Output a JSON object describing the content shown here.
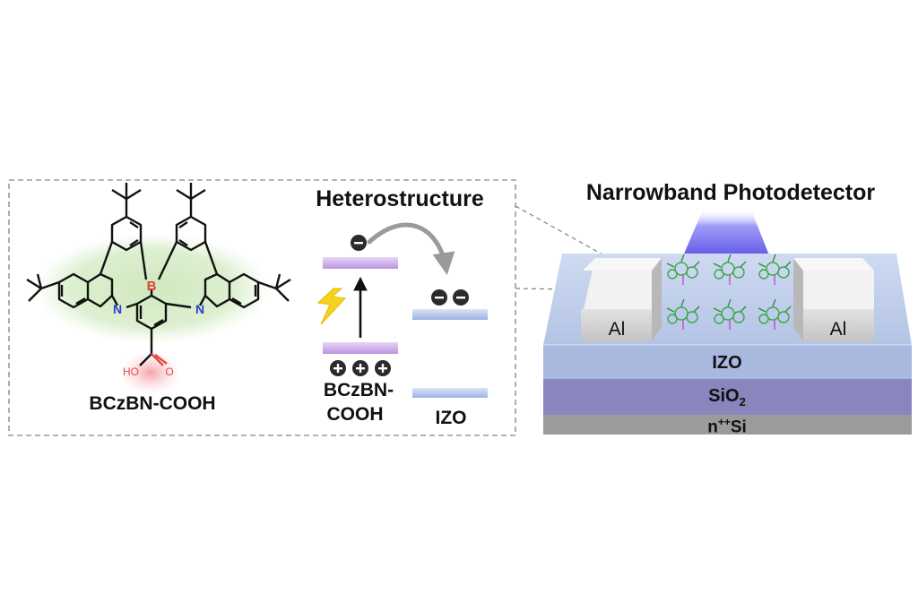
{
  "left_panel": {
    "molecule_name": "BCzBN-COOH",
    "atom_boron": "B",
    "atom_nitrogen": "N",
    "acid_group": "HO",
    "acid_oxygen": "O"
  },
  "heterostructure": {
    "title": "Heterostructure",
    "donor_label_line1": "BCzBN-",
    "donor_label_line2": "COOH",
    "acceptor_label": "IZO",
    "electron_symbol": "−",
    "hole_symbol": "+"
  },
  "device": {
    "title": "Narrowband Photodetector",
    "electrode_left": "Al",
    "electrode_right": "Al",
    "layer_izo": "IZO",
    "layer_sio2_base": "SiO",
    "layer_sio2_sub": "2",
    "layer_si_base": "n",
    "layer_si_sup": "++",
    "layer_si_suffix": "Si"
  },
  "colors": {
    "boron": "#e8402a",
    "nitrogen": "#2a3fd0",
    "acid_glow": "#f6b0b4",
    "molecule_glow": "#d4ebc6",
    "donor_level": "#c9a6e6",
    "acceptor_level": "#a9bde8",
    "light_beam": "#6c63f0",
    "izo_layer": "#a7b7de",
    "sio2_layer": "#8a86bd",
    "si_layer": "#9a9a9a",
    "lightning": "#f6d21e"
  }
}
